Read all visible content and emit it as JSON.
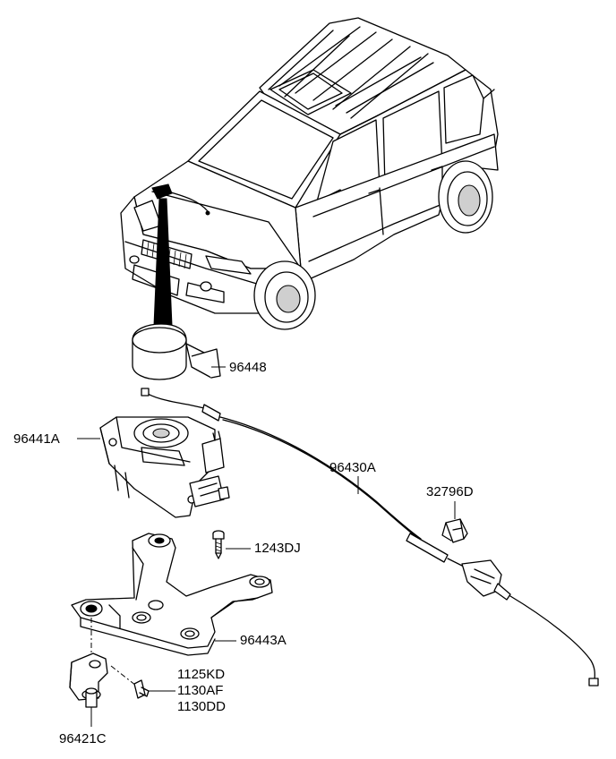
{
  "parts": [
    {
      "id": "p1",
      "code": "96448"
    },
    {
      "id": "p2",
      "code": "96441A"
    },
    {
      "id": "p3",
      "code": "96430A"
    },
    {
      "id": "p4",
      "code": "32796D"
    },
    {
      "id": "p5",
      "code": "1243DJ"
    },
    {
      "id": "p6",
      "code": "96443A"
    },
    {
      "id": "p7",
      "code": "1125KD"
    },
    {
      "id": "p8",
      "code": "1130AF"
    },
    {
      "id": "p9",
      "code": "1130DD"
    },
    {
      "id": "p10",
      "code": "96421C"
    }
  ]
}
